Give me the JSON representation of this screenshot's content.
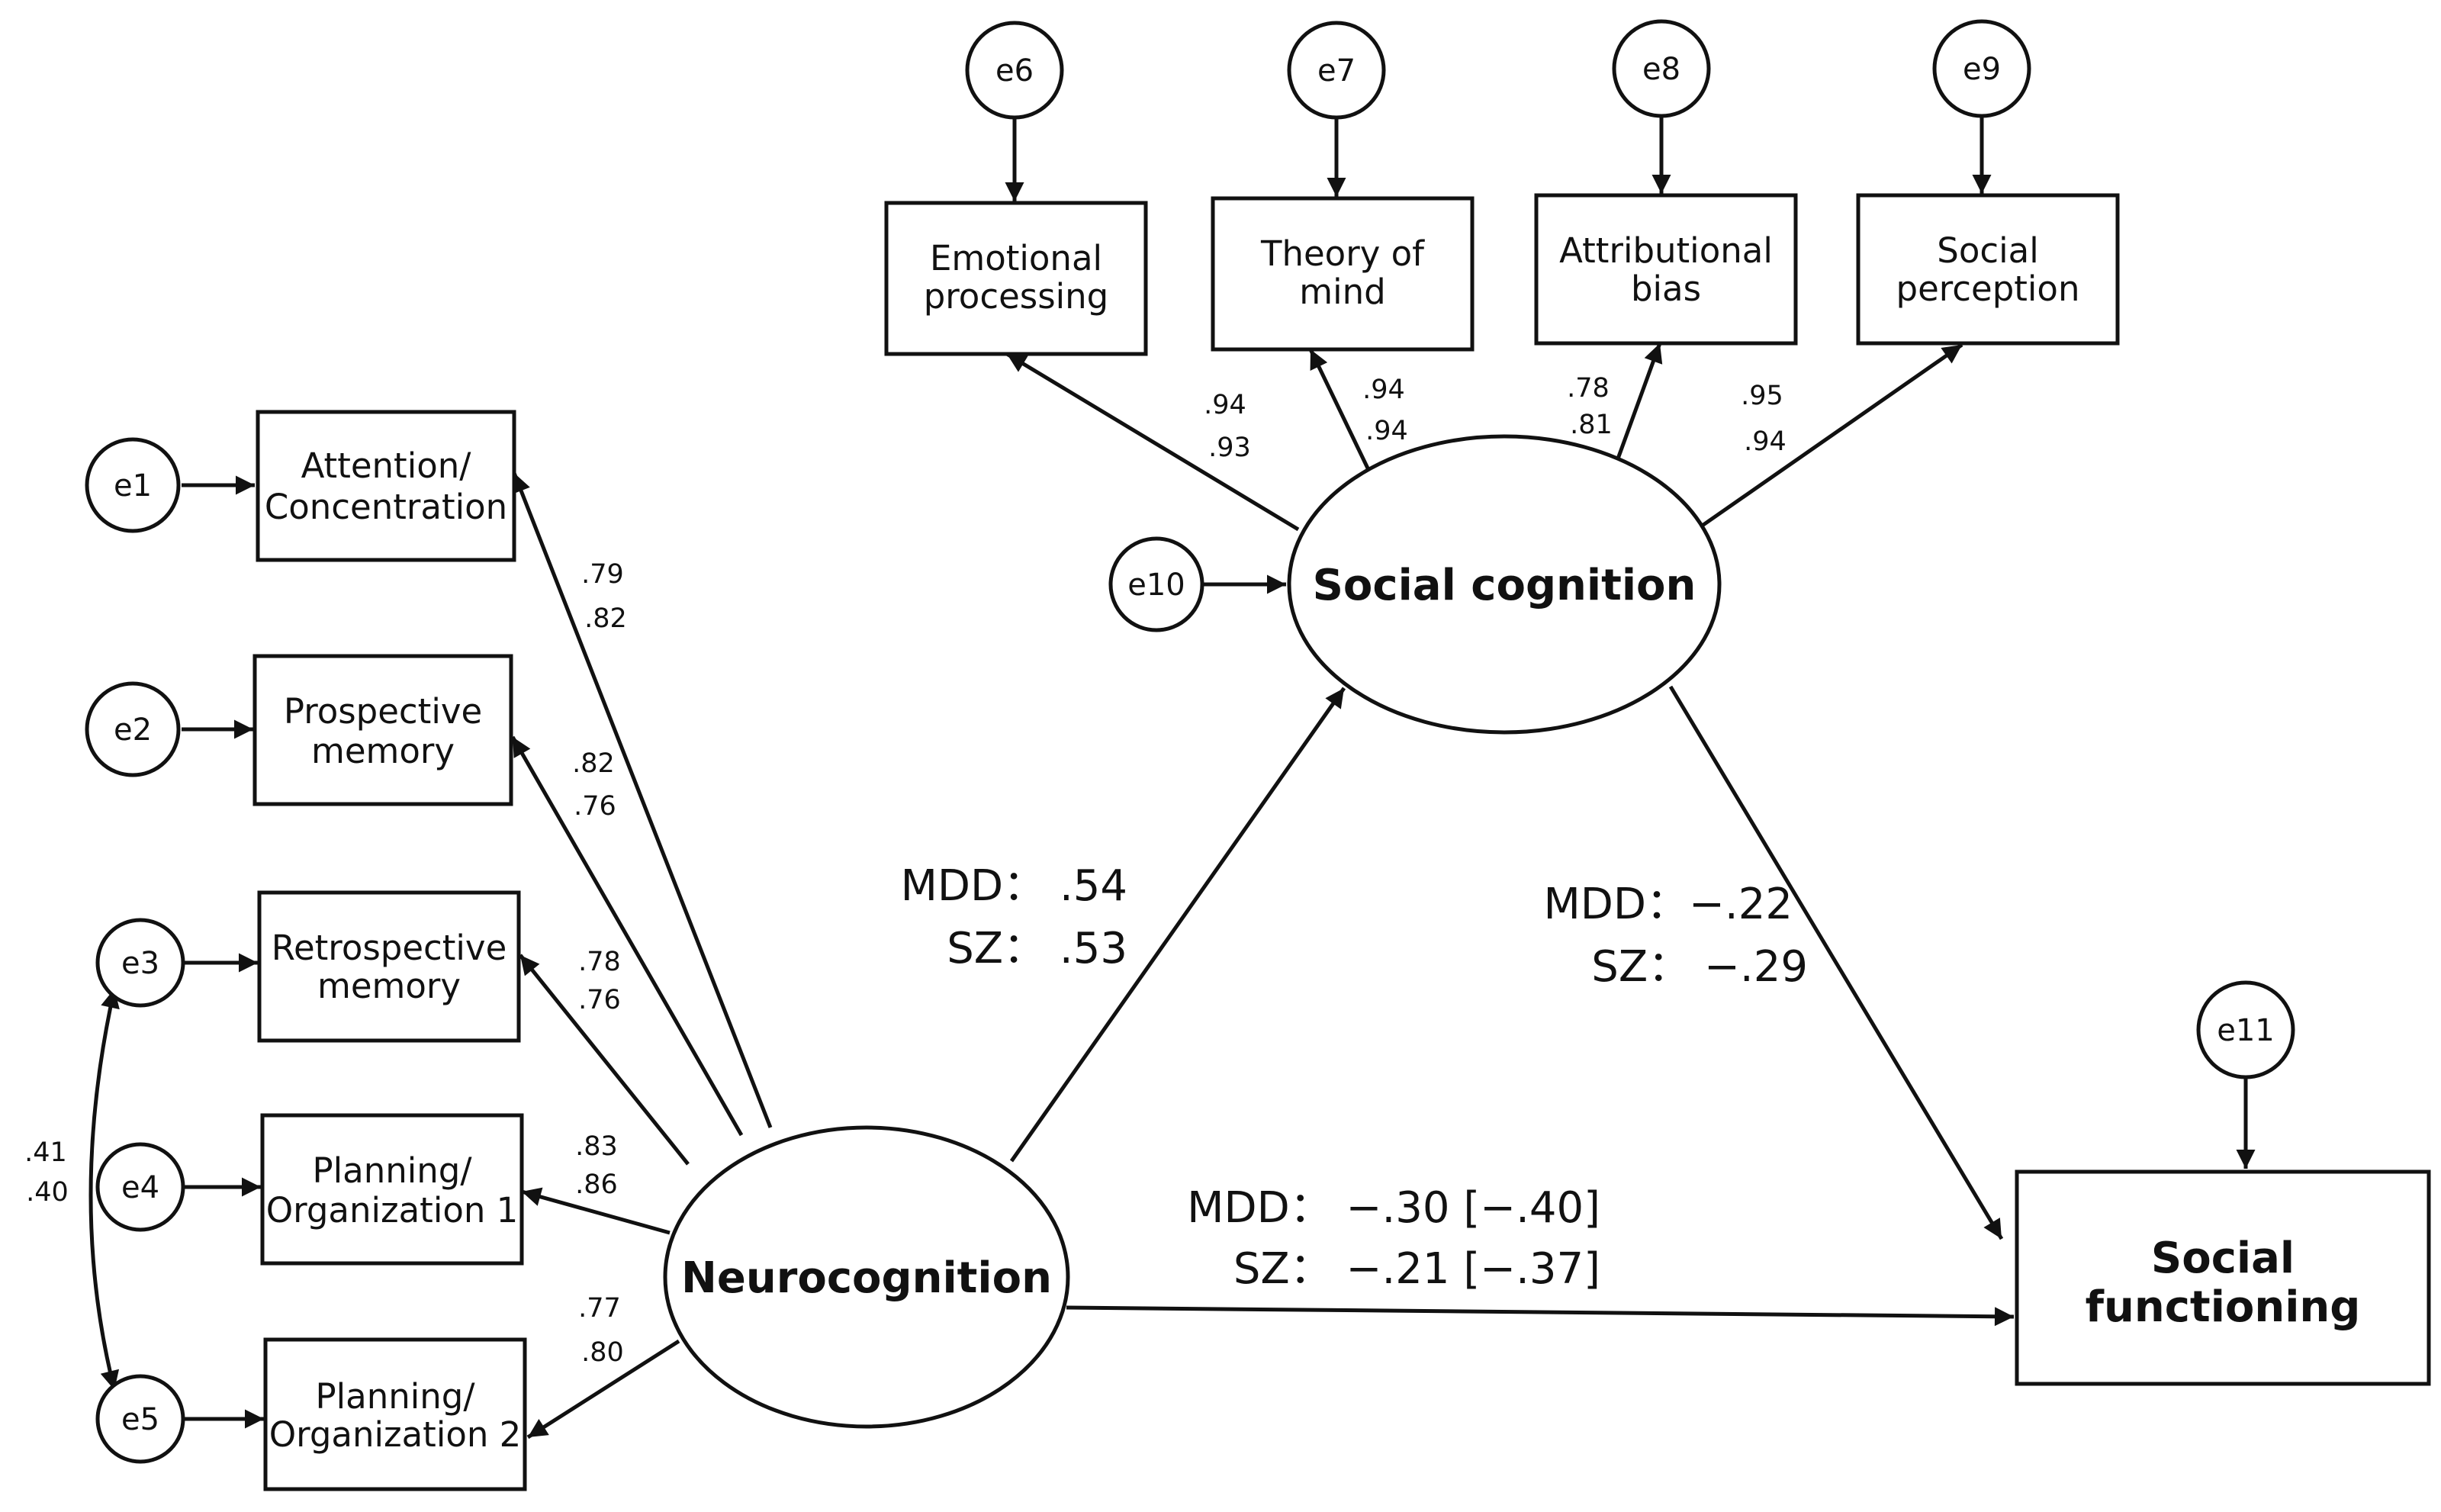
{
  "latent": {
    "neurocognition": "Neurocognition",
    "social_cognition": "Social cognition"
  },
  "outcome": {
    "line1": "Social",
    "line2": "functioning"
  },
  "neuro_indicators": [
    {
      "line1": "Attention/",
      "line2": "Concentration",
      "error": "e1",
      "coef_mdd": ".79",
      "coef_sz": ".82"
    },
    {
      "line1": "Prospective",
      "line2": "memory",
      "error": "e2",
      "coef_mdd": ".82",
      "coef_sz": ".76"
    },
    {
      "line1": "Retrospective",
      "line2": "memory",
      "error": "e3",
      "coef_mdd": ".78",
      "coef_sz": ".76"
    },
    {
      "line1": "Planning/",
      "line2": "Organization 1",
      "error": "e4",
      "coef_mdd": ".83",
      "coef_sz": ".86"
    },
    {
      "line1": "Planning/",
      "line2": "Organization 2",
      "error": "e5",
      "coef_mdd": ".77",
      "coef_sz": ".80"
    }
  ],
  "social_indicators": [
    {
      "line1": "Emotional",
      "line2": "processing",
      "error": "e6",
      "coef_mdd": ".94",
      "coef_sz": ".93"
    },
    {
      "line1": "Theory of",
      "line2": "mind",
      "error": "e7",
      "coef_mdd": ".94",
      "coef_sz": ".94"
    },
    {
      "line1": "Attributional",
      "line2": "bias",
      "error": "e8",
      "coef_mdd": ".78",
      "coef_sz": ".81"
    },
    {
      "line1": "Social",
      "line2": "perception",
      "error": "e9",
      "coef_mdd": ".95",
      "coef_sz": ".94"
    }
  ],
  "errors": {
    "social_cognition": "e10",
    "social_functioning": "e11"
  },
  "covariance": {
    "between": [
      "e3",
      "e5"
    ],
    "mdd": ".41",
    "sz": ".40"
  },
  "paths": {
    "neuro_to_social": {
      "mdd": "MDD： .54",
      "sz": "SZ： .53"
    },
    "social_to_functioning": {
      "mdd": "MDD：−.22",
      "sz": "SZ：  −.29"
    },
    "neuro_to_functioning": {
      "mdd": "MDD： −.30 [−.40]",
      "sz": "SZ： −.21 [−.37]"
    }
  }
}
